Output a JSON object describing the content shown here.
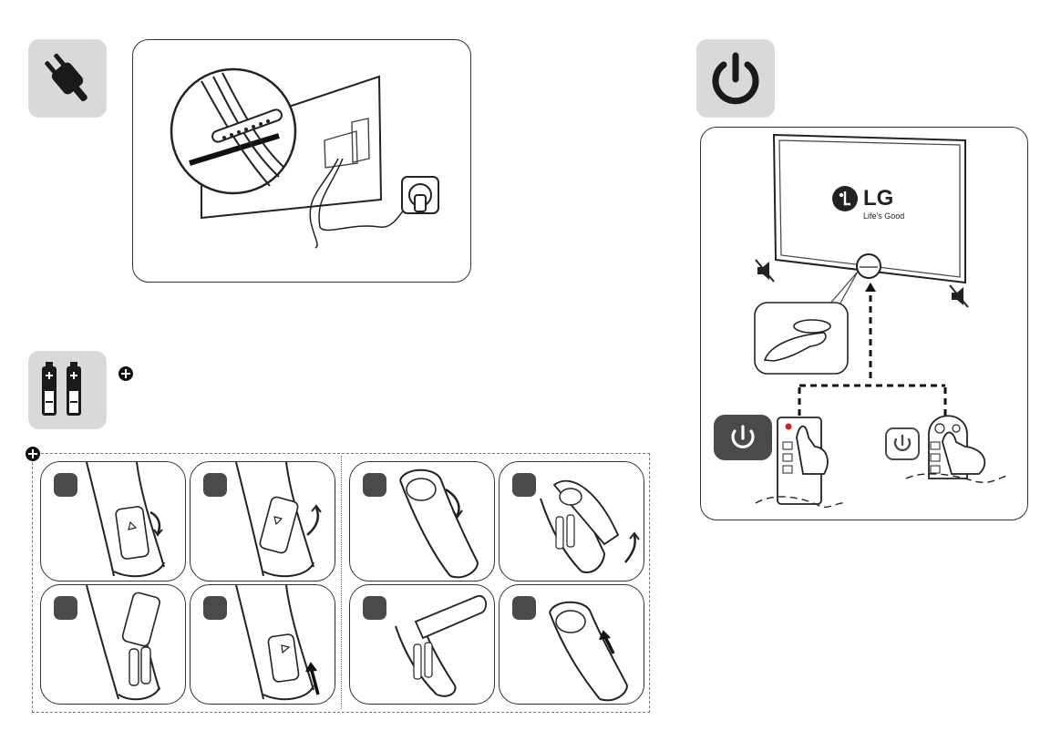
{
  "power_panel": {
    "brand_logo": "LG",
    "brand_tagline": "Life's Good"
  },
  "battery_steps": {
    "group_a": [
      "step-1",
      "step-2",
      "step-3",
      "step-4"
    ],
    "group_b": [
      "step-1",
      "step-2",
      "step-3",
      "step-4"
    ]
  },
  "icons": {
    "plug": "power-plug-icon",
    "batteries": "batteries-icon",
    "power": "power-icon",
    "plus": "plus-icon"
  },
  "colors": {
    "tile_bg": "#d9d9d9",
    "line": "#333333",
    "badge": "#4a4a4a",
    "accent_red": "#d62020"
  }
}
